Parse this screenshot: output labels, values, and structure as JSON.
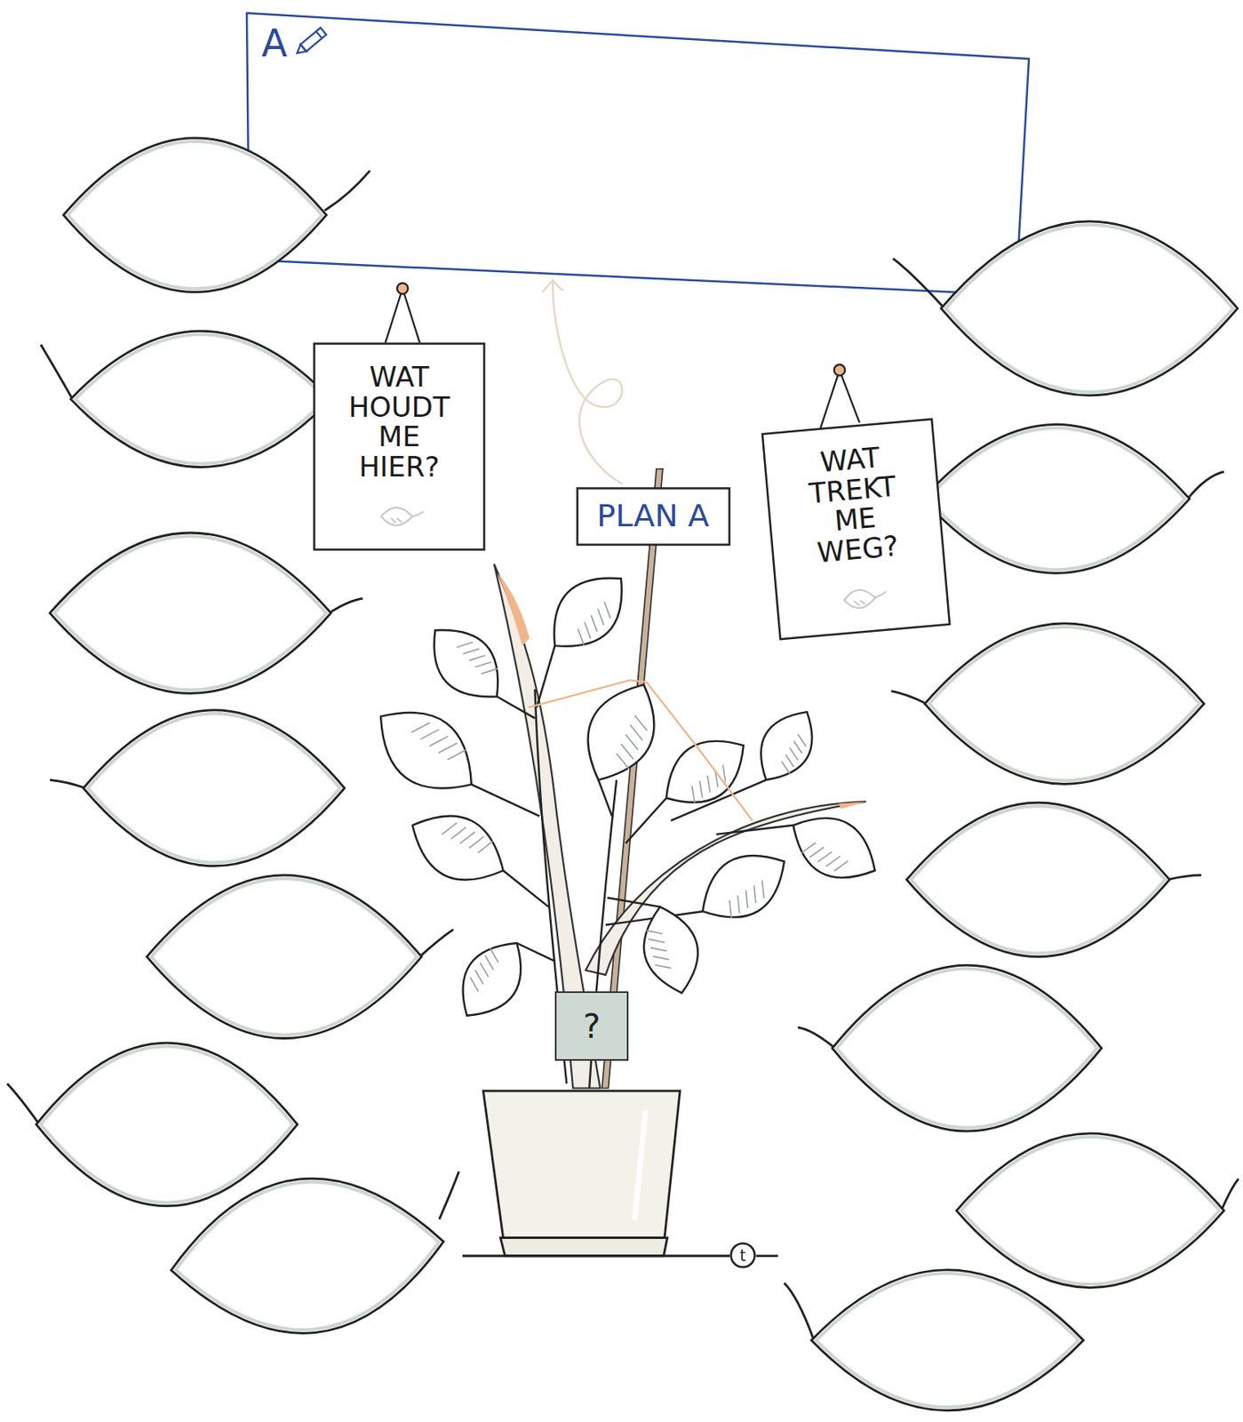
{
  "diagram": {
    "nodes": [
      {
        "text": [
          "A"
        ]
      },
      {
        "text": [
          "WAT HOUDT ME HIER?"
        ]
      },
      {
        "text": [
          "PLAN A"
        ]
      },
      {
        "text": [
          "WAT TREKT ME WEG?"
        ]
      },
      {
        "text": [
          "?"
        ]
      },
      {
        "text": [
          "t"
        ]
      }
    ],
    "edges": [
      {
        "from": 2,
        "to": 0,
        "arrow": "to"
      }
    ]
  }
}
